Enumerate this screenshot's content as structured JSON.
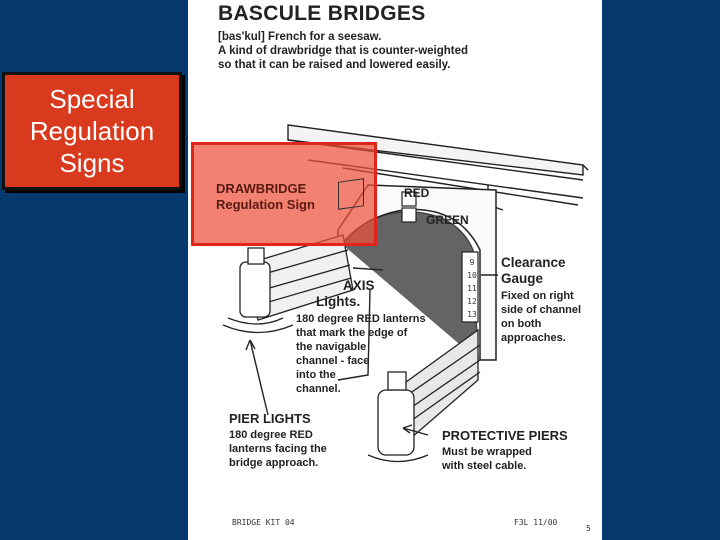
{
  "slide": {
    "title_lines": [
      "Special",
      "Regulation",
      "Signs"
    ],
    "colors": {
      "background": "#063a6e",
      "title_box": "#d9391c",
      "highlight": "#ee503c"
    }
  },
  "document": {
    "heading": "BASCULE BRIDGES",
    "definition_lines": [
      "[bas'kul] French for a seesaw.",
      "A kind of drawbridge that is counter-weighted",
      "so that it can be raised and lowered easily."
    ],
    "sign_labels": {
      "red": "RED",
      "green": "GREEN"
    },
    "highlight_label_lines": [
      "DRAWBRIDGE",
      "Regulation Sign"
    ],
    "clearance": {
      "title_lines": [
        "Clearance",
        "Gauge"
      ],
      "desc_lines": [
        "Fixed on right",
        "side of channel",
        "on both",
        "approaches."
      ],
      "gauge_numbers": [
        "9",
        "10",
        "11",
        "12",
        "13"
      ]
    },
    "axis_lights": {
      "title_lines": [
        "AXIS",
        "Lights."
      ],
      "desc_lines": [
        "180 degree RED lanterns",
        "that mark the edge of",
        "the navigable",
        "channel - face",
        "into the",
        "channel."
      ]
    },
    "pier_lights": {
      "title": "PIER LIGHTS",
      "desc_lines": [
        "180 degree RED",
        "lanterns facing the",
        "bridge approach."
      ]
    },
    "protective_piers": {
      "title": "PROTECTIVE PIERS",
      "desc_lines": [
        "Must be wrapped",
        "with steel cable."
      ]
    },
    "footer": {
      "left": "BRIDGE KIT 04",
      "center": "F3L 11/00",
      "right": "5"
    }
  }
}
